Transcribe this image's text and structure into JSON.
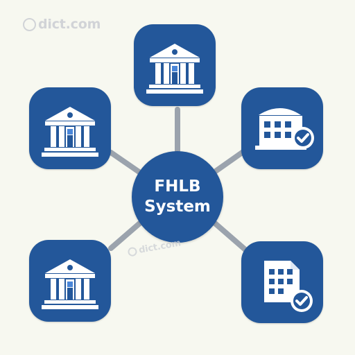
{
  "diagram": {
    "center": {
      "line1": "FHLB",
      "line2": "System"
    },
    "nodes": [
      {
        "id": "top",
        "icon": "bank-building-icon"
      },
      {
        "id": "left-top",
        "icon": "bank-building-icon"
      },
      {
        "id": "right-top",
        "icon": "office-building-check-icon"
      },
      {
        "id": "left-bottom",
        "icon": "bank-building-icon"
      },
      {
        "id": "right-bottom",
        "icon": "document-grid-check-icon"
      }
    ],
    "colors": {
      "background": "#f7f8f0",
      "node": "#23579a",
      "connector": "#9ba3ad",
      "icon": "#ffffff",
      "accent": "#4a86d8"
    }
  },
  "watermark": {
    "text": "dict.com"
  }
}
